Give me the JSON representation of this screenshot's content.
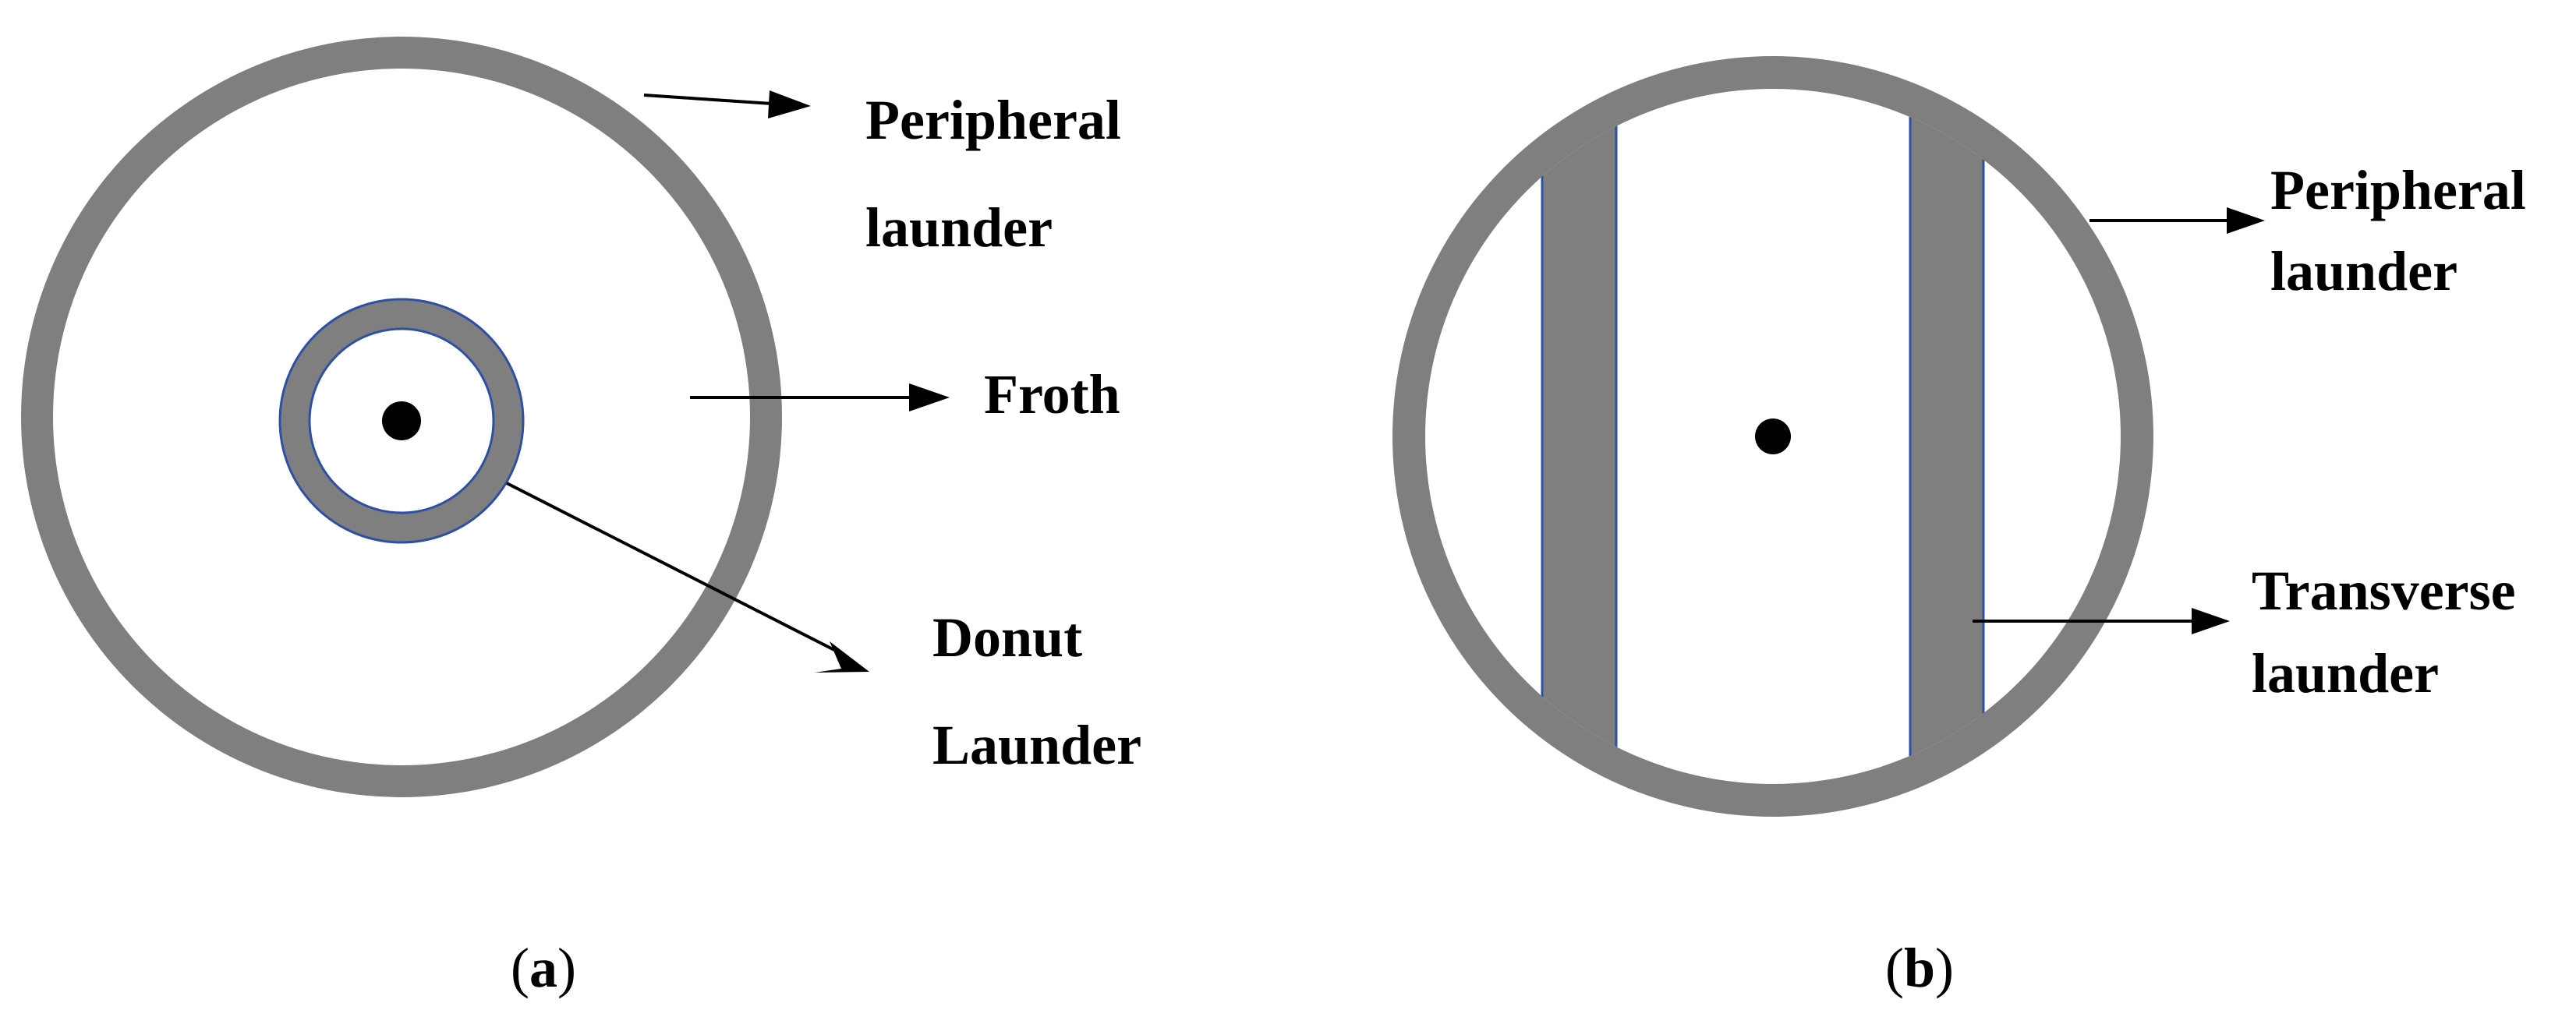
{
  "colors": {
    "launder": "#7f7f7f",
    "launder_edge": "#2e4fa3",
    "froth": "#ffffff",
    "ink": "#000000"
  },
  "panel_a": {
    "caption_open": "(",
    "caption_letter": "a",
    "caption_close": ")",
    "peripheral_label_line1": "Peripheral",
    "peripheral_label_line2": "launder",
    "froth_label": "Froth",
    "donut_label_line1": "Donut",
    "donut_label_line2": "Launder"
  },
  "panel_b": {
    "caption_open": "(",
    "caption_letter": "b",
    "caption_close": ")",
    "peripheral_label_line1": "Peripheral",
    "peripheral_label_line2": "launder",
    "transverse_label_line1": "Transverse",
    "transverse_label_line2": "launder"
  }
}
